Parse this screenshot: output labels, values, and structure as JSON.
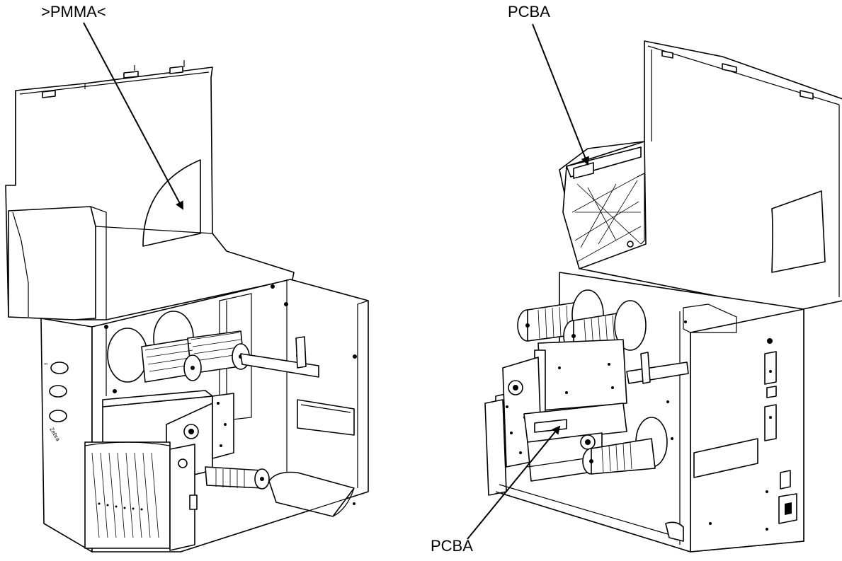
{
  "labels": {
    "pmma": ">PMMA<",
    "pcba_top": "PCBA",
    "pcba_bottom": "PCBA"
  }
}
